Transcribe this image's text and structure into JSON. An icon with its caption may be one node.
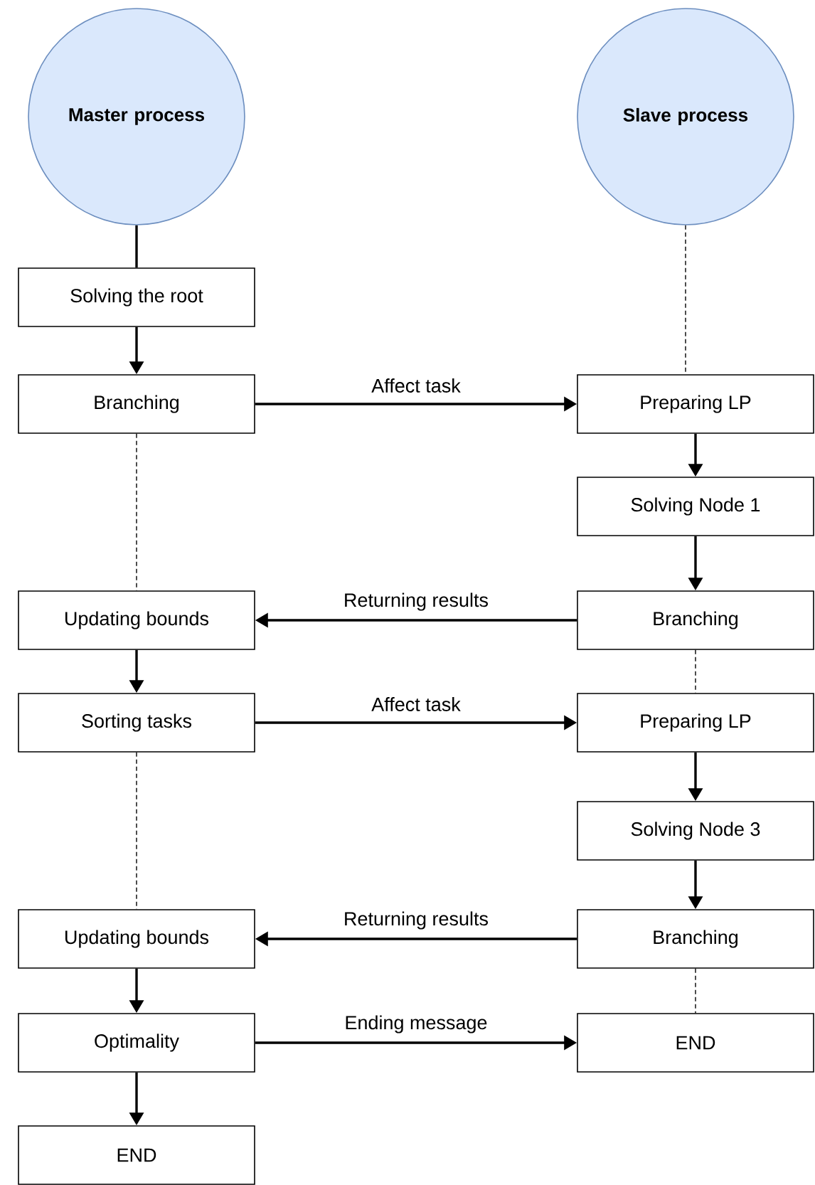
{
  "diagram": {
    "nodes": [
      {
        "text": [
          "Master process"
        ]
      },
      {
        "text": [
          "Slave process"
        ]
      },
      {
        "text": [
          "Solving the root"
        ]
      },
      {
        "text": [
          "Branching"
        ]
      },
      {
        "text": [
          "Preparing LP"
        ]
      },
      {
        "text": [
          "Solving Node 1"
        ]
      },
      {
        "text": [
          "Updating bounds"
        ]
      },
      {
        "text": [
          "Branching"
        ]
      },
      {
        "text": [
          "Sorting tasks"
        ]
      },
      {
        "text": [
          "Preparing LP"
        ]
      },
      {
        "text": [
          "Solving Node 3"
        ]
      },
      {
        "text": [
          "Updating bounds"
        ]
      },
      {
        "text": [
          "Branching"
        ]
      },
      {
        "text": [
          "Optimality"
        ]
      },
      {
        "text": [
          "END"
        ]
      },
      {
        "text": [
          "END"
        ]
      }
    ],
    "edges": [
      {
        "from": 0,
        "to": 2,
        "arrow": "none"
      },
      {
        "from": 1,
        "to": 4,
        "arrow": "none",
        "style": "dashed"
      },
      {
        "from": 2,
        "to": 3,
        "arrow": "to"
      },
      {
        "from": 3,
        "to": 4,
        "arrow": "to",
        "label": "Affect task"
      },
      {
        "from": 3,
        "to": 6,
        "arrow": "none",
        "style": "dashed"
      },
      {
        "from": 4,
        "to": 5,
        "arrow": "to"
      },
      {
        "from": 5,
        "to": 7,
        "arrow": "to"
      },
      {
        "from": 7,
        "to": 6,
        "arrow": "to",
        "label": "Returning results"
      },
      {
        "from": 6,
        "to": 8,
        "arrow": "to"
      },
      {
        "from": 7,
        "to": 9,
        "arrow": "none",
        "style": "dashed"
      },
      {
        "from": 8,
        "to": 9,
        "arrow": "to",
        "label": "Affect task"
      },
      {
        "from": 8,
        "to": 11,
        "arrow": "none",
        "style": "dashed"
      },
      {
        "from": 9,
        "to": 10,
        "arrow": "to"
      },
      {
        "from": 10,
        "to": 12,
        "arrow": "to"
      },
      {
        "from": 12,
        "to": 11,
        "arrow": "to",
        "label": "Returning results"
      },
      {
        "from": 11,
        "to": 13,
        "arrow": "to"
      },
      {
        "from": 12,
        "to": 14,
        "arrow": "none",
        "style": "dashed"
      },
      {
        "from": 13,
        "to": 14,
        "arrow": "to",
        "label": "Ending message"
      },
      {
        "from": 13,
        "to": 15,
        "arrow": "to"
      }
    ]
  }
}
